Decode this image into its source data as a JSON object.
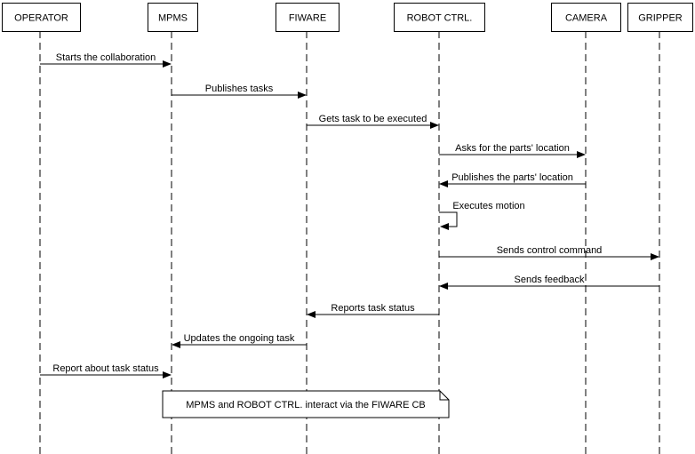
{
  "participants": [
    {
      "id": "operator",
      "label": "OPERATOR"
    },
    {
      "id": "mpms",
      "label": "MPMS"
    },
    {
      "id": "fiware",
      "label": "FIWARE"
    },
    {
      "id": "robot",
      "label": "ROBOT CTRL."
    },
    {
      "id": "camera",
      "label": "CAMERA"
    },
    {
      "id": "gripper",
      "label": "GRIPPER"
    }
  ],
  "messages": [
    {
      "from": "operator",
      "to": "mpms",
      "label": "Starts the collaboration"
    },
    {
      "from": "mpms",
      "to": "fiware",
      "label": "Publishes tasks"
    },
    {
      "from": "fiware",
      "to": "robot",
      "label": "Gets task to be executed"
    },
    {
      "from": "robot",
      "to": "camera",
      "label": "Asks for the parts' location"
    },
    {
      "from": "camera",
      "to": "robot",
      "label": "Publishes the parts' location"
    },
    {
      "from": "robot",
      "to": "robot",
      "label": "Executes motion"
    },
    {
      "from": "robot",
      "to": "gripper",
      "label": "Sends control command"
    },
    {
      "from": "gripper",
      "to": "robot",
      "label": "Sends feedback"
    },
    {
      "from": "robot",
      "to": "fiware",
      "label": "Reports task status"
    },
    {
      "from": "fiware",
      "to": "mpms",
      "label": "Updates the ongoing task"
    },
    {
      "from": "operator",
      "to": "mpms",
      "label": "Report about task status"
    }
  ],
  "note": {
    "text": "MPMS and ROBOT CTRL. interact via the FIWARE CB"
  }
}
